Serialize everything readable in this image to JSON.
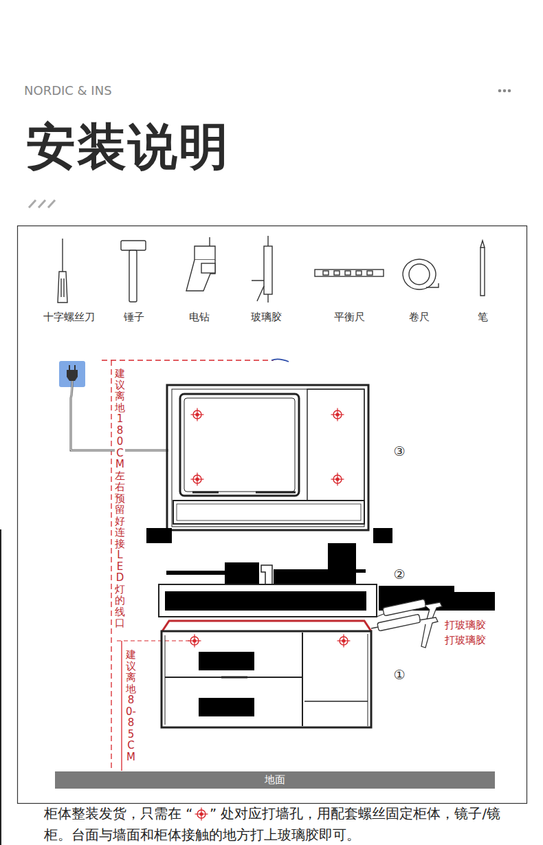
{
  "diagram": {
    "title": "安装说明",
    "nodes": [
      {
        "text": [
          "地面"
        ]
      }
    ],
    "edges": [],
    "labels": [
      "NORDIC & INS",
      "十字螺丝刀",
      "锤子",
      "电钻",
      "玻璃胶",
      "平衡尺",
      "卷尺",
      "笔",
      "建议离地180CM左右预留好连接LED灯的线口",
      "③",
      "②",
      "①",
      "打玻璃胶",
      "打玻璃胶",
      "建议离地80-85CM"
    ],
    "caption": "柜体整装发货，只需在 “    ” 处对应打墙孔，用配套螺丝固定柜体，镜子/镜柜。台面与墙面和柜体接触的地方打上玻璃胶即可。"
  }
}
